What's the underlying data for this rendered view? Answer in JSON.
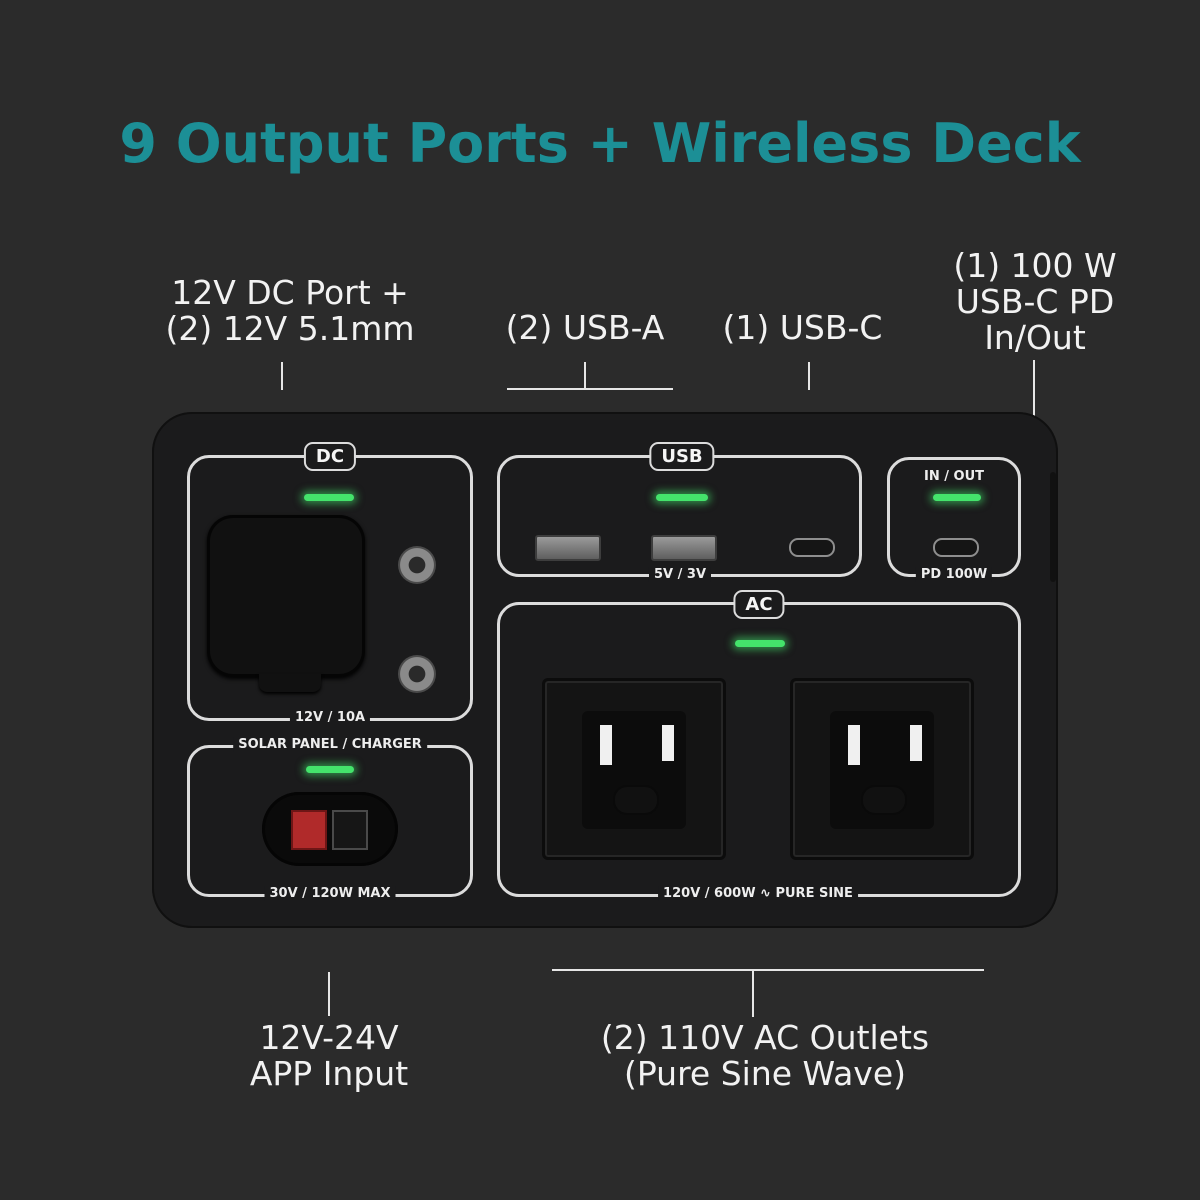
{
  "title": "9 Output Ports + Wireless Deck",
  "callouts": {
    "dc": [
      "12V DC Port +",
      "(2) 12V 5.1mm"
    ],
    "usba": "(2) USB-A",
    "usbc": "(1) USB-C",
    "pd": [
      "(1) 100 W",
      "USB-C PD",
      "In/Out"
    ],
    "app": [
      "12V-24V",
      "APP Input"
    ],
    "ac": [
      "(2) 110V AC Outlets",
      "(Pure Sine Wave)"
    ]
  },
  "panel": {
    "dc_tag": "DC",
    "dc_rating": "12V / 10A",
    "solar_label": "SOLAR PANEL / CHARGER",
    "solar_rating": "30V / 120W MAX",
    "usb_tag": "USB",
    "usb_rating": "5V / 3V",
    "pd_tag": "IN / OUT",
    "pd_rating": "PD 100W",
    "ac_tag": "AC",
    "ac_rating": "120V / 600W ∿ PURE SINE"
  },
  "colors": {
    "title": "#1c8f96",
    "led": "#44e36b",
    "background": "#2b2b2b",
    "panel": "#1b1b1c"
  }
}
